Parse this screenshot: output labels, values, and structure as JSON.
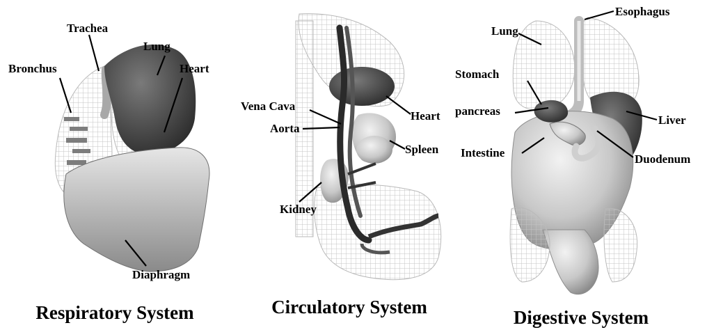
{
  "panels": [
    {
      "caption": "Respiratory System",
      "labels": [
        "Trachea",
        "Lung",
        "Bronchus",
        "Heart",
        "Diaphragm"
      ]
    },
    {
      "caption": "Circulatory System",
      "labels": [
        "Vena Cava",
        "Heart",
        "Aorta",
        "Spleen",
        "Kidney"
      ]
    },
    {
      "caption": "Digestive System",
      "labels": [
        "Esophagus",
        "Lung",
        "Stomach",
        "pancreas",
        "Liver",
        "Intestine",
        "Duodenum"
      ]
    }
  ]
}
